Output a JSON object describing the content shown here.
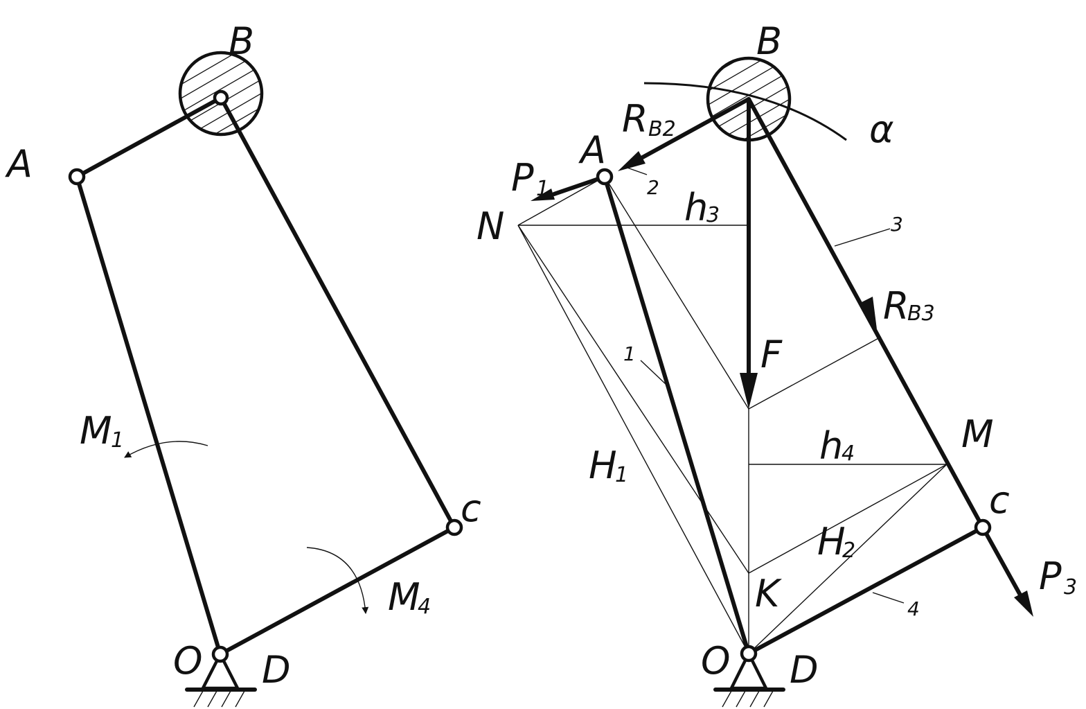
{
  "left_figure": {
    "labels": {
      "B": "B",
      "A": "A",
      "C": "c",
      "O": "O",
      "D": "D",
      "M1": "M",
      "M1_sub": "1",
      "M4": "M",
      "M4_sub": "4"
    }
  },
  "right_figure": {
    "labels": {
      "B": "B",
      "A": "A",
      "N": "N",
      "F": "F",
      "M": "M",
      "C": "c",
      "K": "K",
      "O": "O",
      "D": "D",
      "alpha": "α",
      "RB2": "R",
      "RB2_sub": "B2",
      "RB3": "R",
      "RB3_sub": "B3",
      "P1": "P",
      "P1_sub": "1",
      "P3": "P",
      "P3_sub": "3",
      "h3": "h",
      "h3_sub": "3",
      "h4": "h",
      "h4_sub": "4",
      "H1": "H",
      "H1_sub": "1",
      "H2": "H",
      "H2_sub": "2",
      "num1": "1",
      "num2": "2",
      "num3": "3",
      "num4": "4"
    }
  }
}
